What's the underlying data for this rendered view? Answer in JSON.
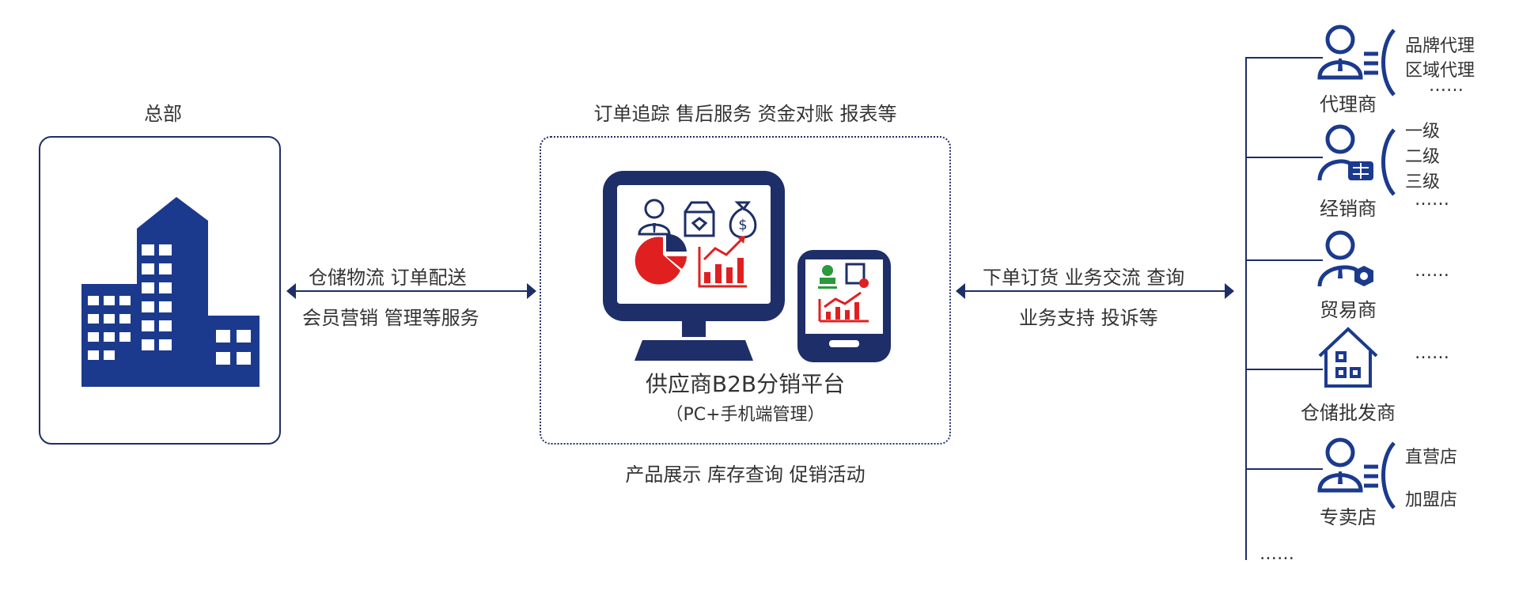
{
  "headquarters": {
    "label": "总部"
  },
  "left_link": {
    "top_text": "仓储物流 订单配送",
    "bottom_text": "会员营销 管理等服务"
  },
  "platform": {
    "top_text": "订单追踪 售后服务 资金对账 报表等",
    "title": "供应商B2B分销平台",
    "subtitle": "（PC+手机端管理）",
    "bottom_text": "产品展示 库存查询 促销活动"
  },
  "right_link": {
    "top_text": "下单订货 业务交流 查询",
    "bottom_text": "业务支持 投诉等"
  },
  "channels": [
    {
      "label": "代理商",
      "icon": "agent-user-icon",
      "sub": [
        "品牌代理",
        "区域代理",
        "……"
      ]
    },
    {
      "label": "经销商",
      "icon": "dealer-user-icon",
      "sub": [
        "一级",
        "二级",
        "三级",
        "……"
      ]
    },
    {
      "label": "贸易商",
      "icon": "trader-user-icon",
      "sub": [
        "……"
      ]
    },
    {
      "label": "仓储批发商",
      "icon": "warehouse-house-icon",
      "sub": [
        "……"
      ]
    },
    {
      "label": "专卖店",
      "icon": "store-user-icon",
      "sub": [
        "直营店",
        "加盟店"
      ]
    }
  ],
  "channels_more": "……",
  "colors": {
    "navy": "#1e2e68",
    "blue": "#1b3a8e",
    "red": "#e02020",
    "green": "#2a9a3a"
  }
}
